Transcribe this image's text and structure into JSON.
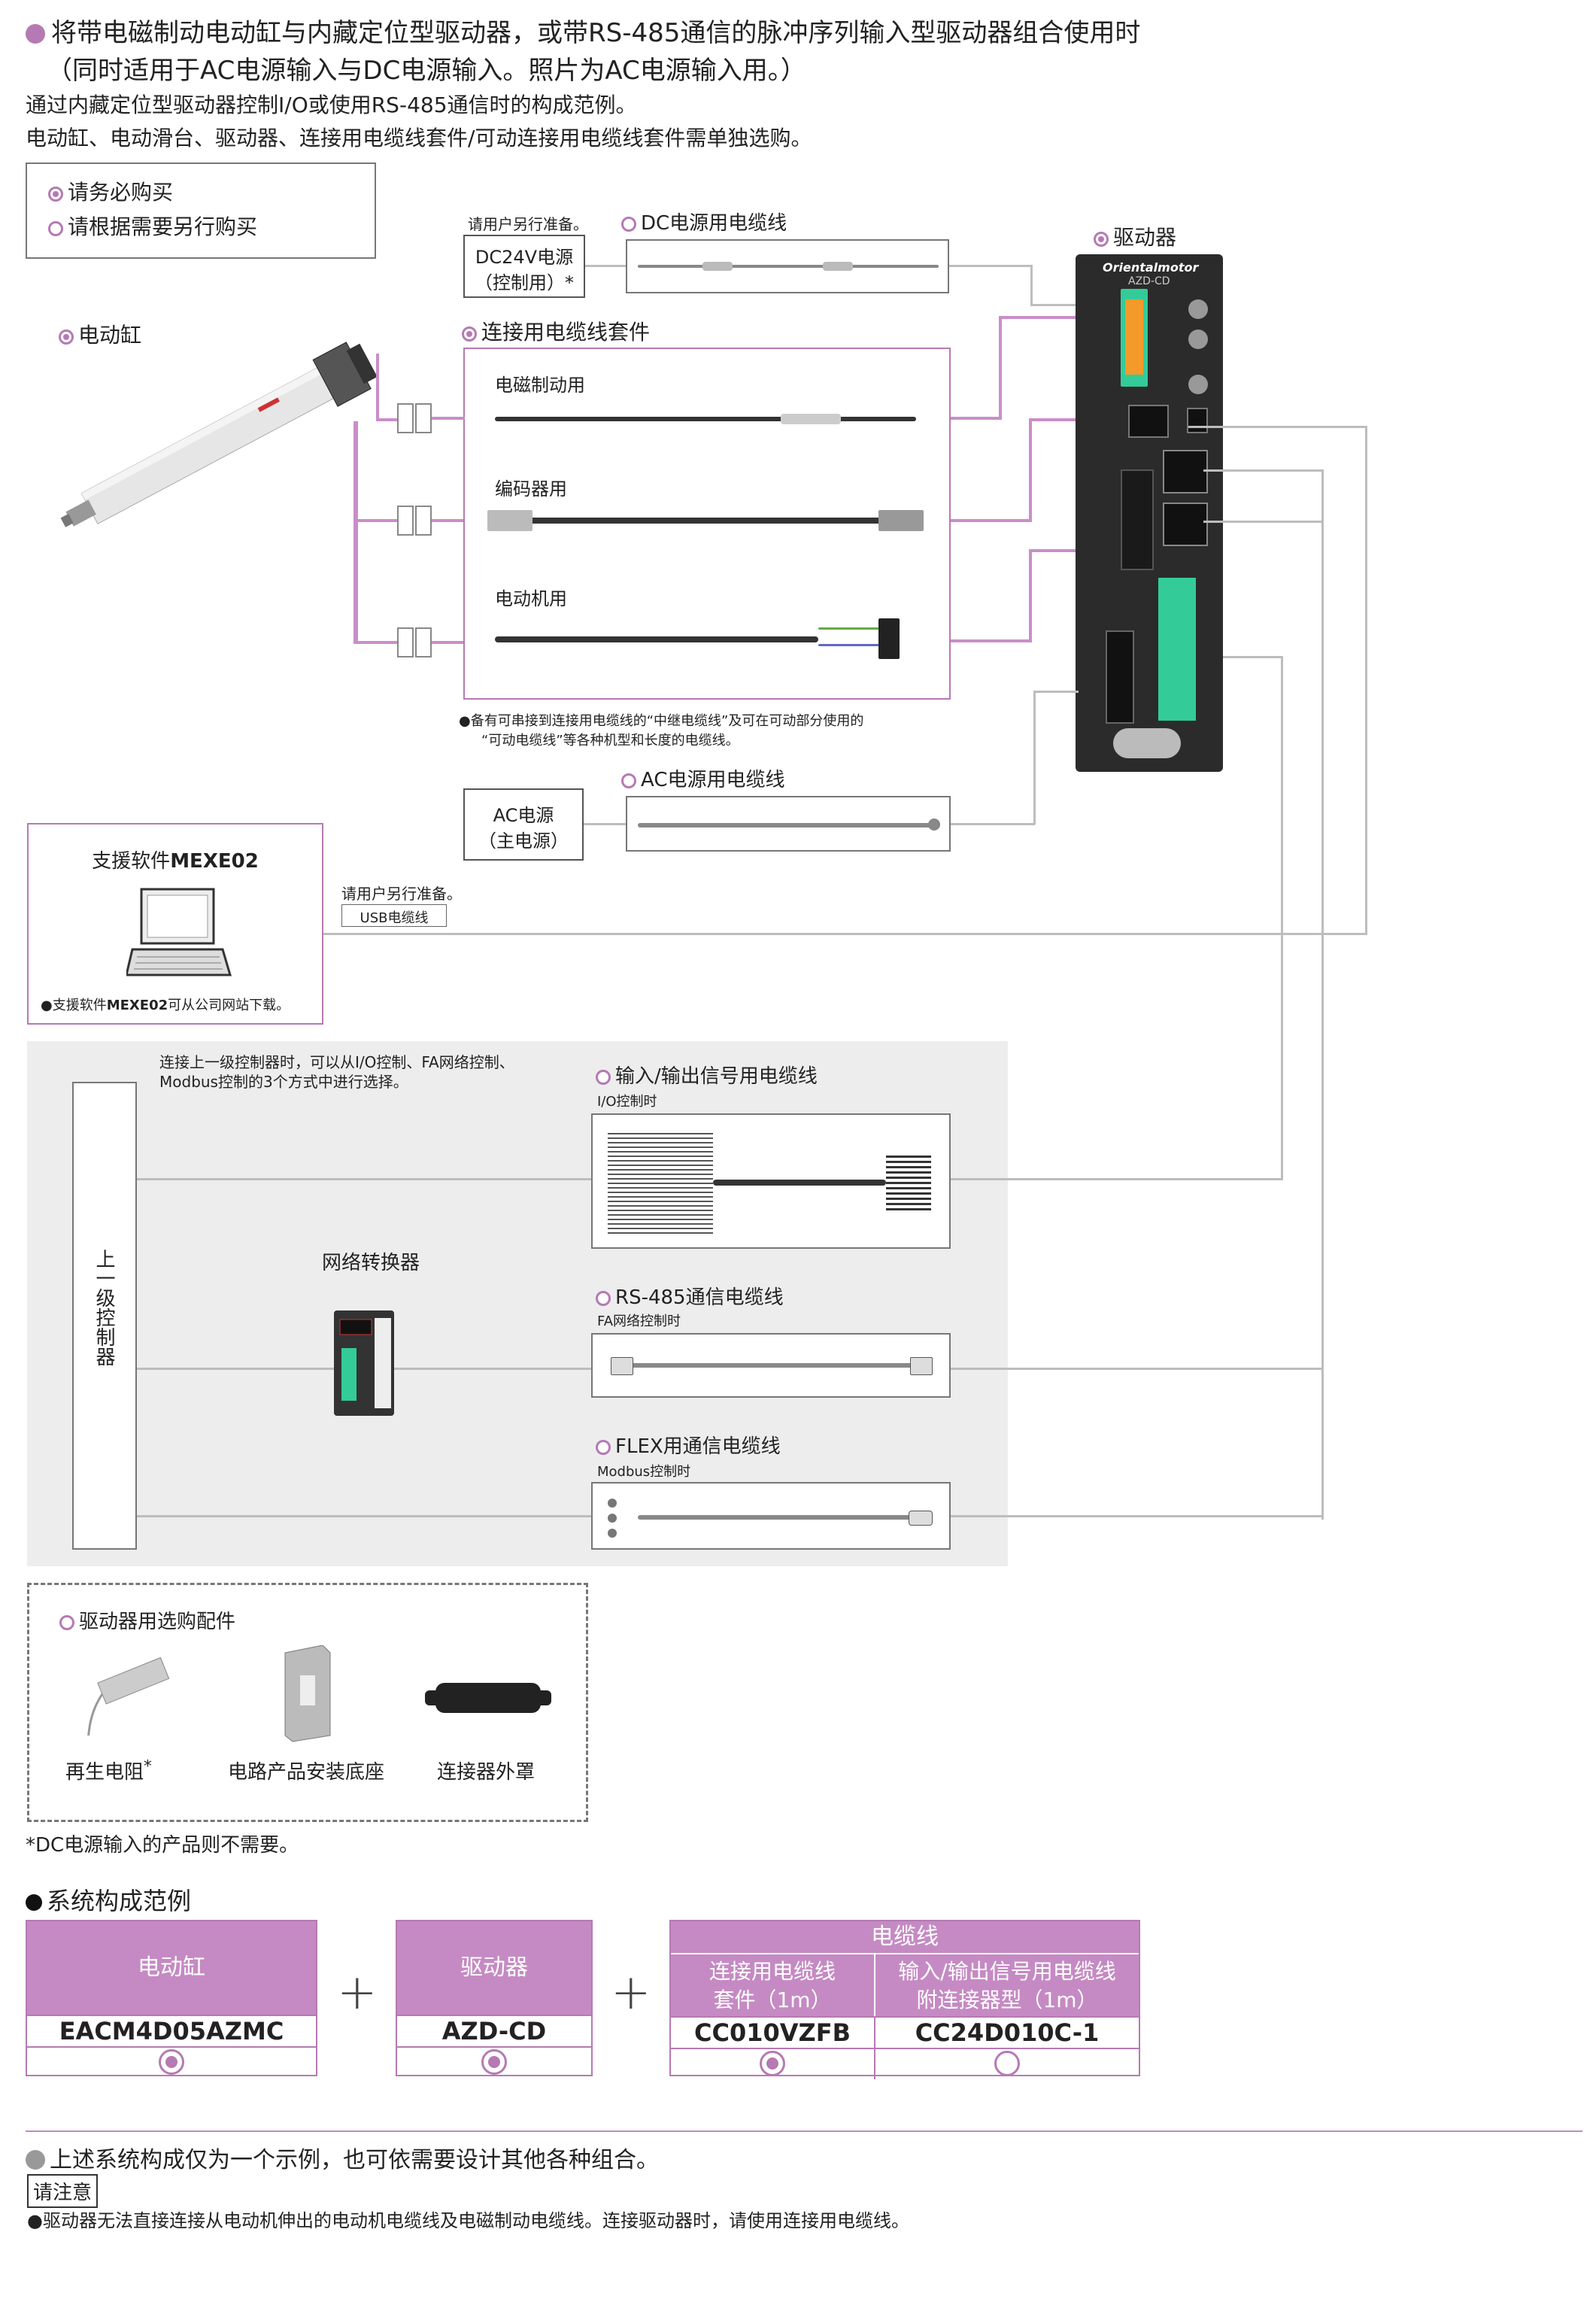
{
  "header": {
    "title_line1": "将带电磁制动电动缸与内藏定位型驱动器，或带RS-485通信的脉冲序列输入型驱动器组合使用时",
    "title_line2": "（同时适用于AC电源输入与DC电源输入。照片为AC电源输入用。）",
    "desc1": "通过内藏定位型驱动器控制I/O或使用RS-485通信时的构成范例。",
    "desc2": "电动缸、电动滑台、驱动器、连接用电缆线套件/可动连接用电缆线套件需单独选购。"
  },
  "legend": {
    "required": "请务必购买",
    "optional": "请根据需要另行购买"
  },
  "diagram": {
    "actuator_label": "电动缸",
    "driver_label": "驱动器",
    "driver_brand": "Orientalmotor",
    "driver_model_text": "AZD-CD",
    "user_prepare_1": "请用户另行准备。",
    "dc24_label_1": "DC24V电源",
    "dc24_label_2": "（控制用）*",
    "dc_cable_label": "DC电源用电缆线",
    "cable_kit_label": "连接用电缆线套件",
    "kit_item_brake": "电磁制动用",
    "kit_item_encoder": "编码器用",
    "kit_item_motor": "电动机用",
    "kit_note_1": "●备有可串接到连接用电缆线的“中继电缆线”及可在可动部分使用的",
    "kit_note_2": "“可动电缆线”等各种机型和长度的电缆线。",
    "ac_label_1": "AC电源",
    "ac_label_2": "（主电源）",
    "ac_cable_label": "AC电源用电缆线",
    "software_title_prefix": "支援软件",
    "software_title_name": "MEXE02",
    "software_note_prefix": "●支援软件",
    "software_note_name": "MEXE02",
    "software_note_suffix": "可从公司网站下载。",
    "user_prepare_2": "请用户另行准备。",
    "usb_label": "USB电缆线",
    "host_note_1": "连接上一级控制器时，可以从I/O控制、FA网络控制、",
    "host_note_2": "Modbus控制的3个方式中进行选择。",
    "host_controller": "上一级控制器",
    "network_converter": "网络转换器",
    "io_cable_label": "输入/输出信号用电缆线",
    "io_cable_sub": "I/O控制时",
    "rs485_cable_label": "RS-485通信电缆线",
    "rs485_cable_sub": "FA网络控制时",
    "flex_cable_label": "FLEX用通信电缆线",
    "flex_cable_sub": "Modbus控制时"
  },
  "accessories": {
    "title": "驱动器用选购配件",
    "item1": "再生电阻",
    "item1_mark": "*",
    "item2": "电路产品安装底座",
    "item3": "连接器外罩",
    "footnote": "*DC电源输入的产品则不需要。"
  },
  "system_example": {
    "title": "系统构成范例",
    "col_actuator": "电动缸",
    "col_driver": "驱动器",
    "col_cable_group": "电缆线",
    "col_cable1_line1": "连接用电缆线",
    "col_cable1_line2": "套件（1m）",
    "col_cable2_line1": "输入/输出信号用电缆线",
    "col_cable2_line2": "附连接器型（1m）",
    "model_actuator": "EACM4D05AZMC",
    "model_driver": "AZD-CD",
    "model_cable1": "CC010VZFB",
    "model_cable2": "CC24D010C-1",
    "plus": "+"
  },
  "notes": {
    "note1": "上述系统构成仅为一个示例，也可依需要设计其他各种组合。",
    "caution_label": "请注意",
    "note2": "●驱动器无法直接连接从电动机伸出的电动机电缆线及电磁制动电缆线。连接驱动器时，请使用连接用电缆线。"
  },
  "colors": {
    "accent": "#b57ab3",
    "header_fill": "#c58ac3",
    "panel_gray": "#ededed",
    "wire_gray": "#bdbdbd"
  }
}
